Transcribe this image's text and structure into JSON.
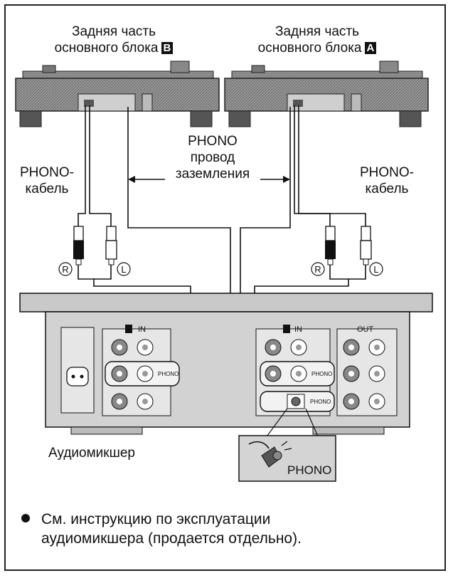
{
  "labels": {
    "rear_b_line1": "Задняя часть",
    "rear_b_line2": "основного блока",
    "rear_a_line1": "Задняя часть",
    "rear_a_line2": "основного блока",
    "badge_a": "A",
    "badge_b": "B",
    "phono_cable_left_line1": "PHONO-",
    "phono_cable_left_line2": "кабель",
    "phono_cable_right_line1": "PHONO-",
    "phono_cable_right_line2": "кабель",
    "ground_line1": "PHONO",
    "ground_line2": "провод",
    "ground_line3": "заземления",
    "plug_r": "R",
    "plug_l": "L",
    "panel_in": "IN",
    "panel_out": "OUT",
    "panel_phono": "PHONO",
    "mixer": "Аудиомикшер",
    "ground_terminal": "PHONO"
  },
  "note": {
    "line1": "См. инструкцию по эксплуатации",
    "line2": "аудиомикшера (продается отдельно)."
  }
}
